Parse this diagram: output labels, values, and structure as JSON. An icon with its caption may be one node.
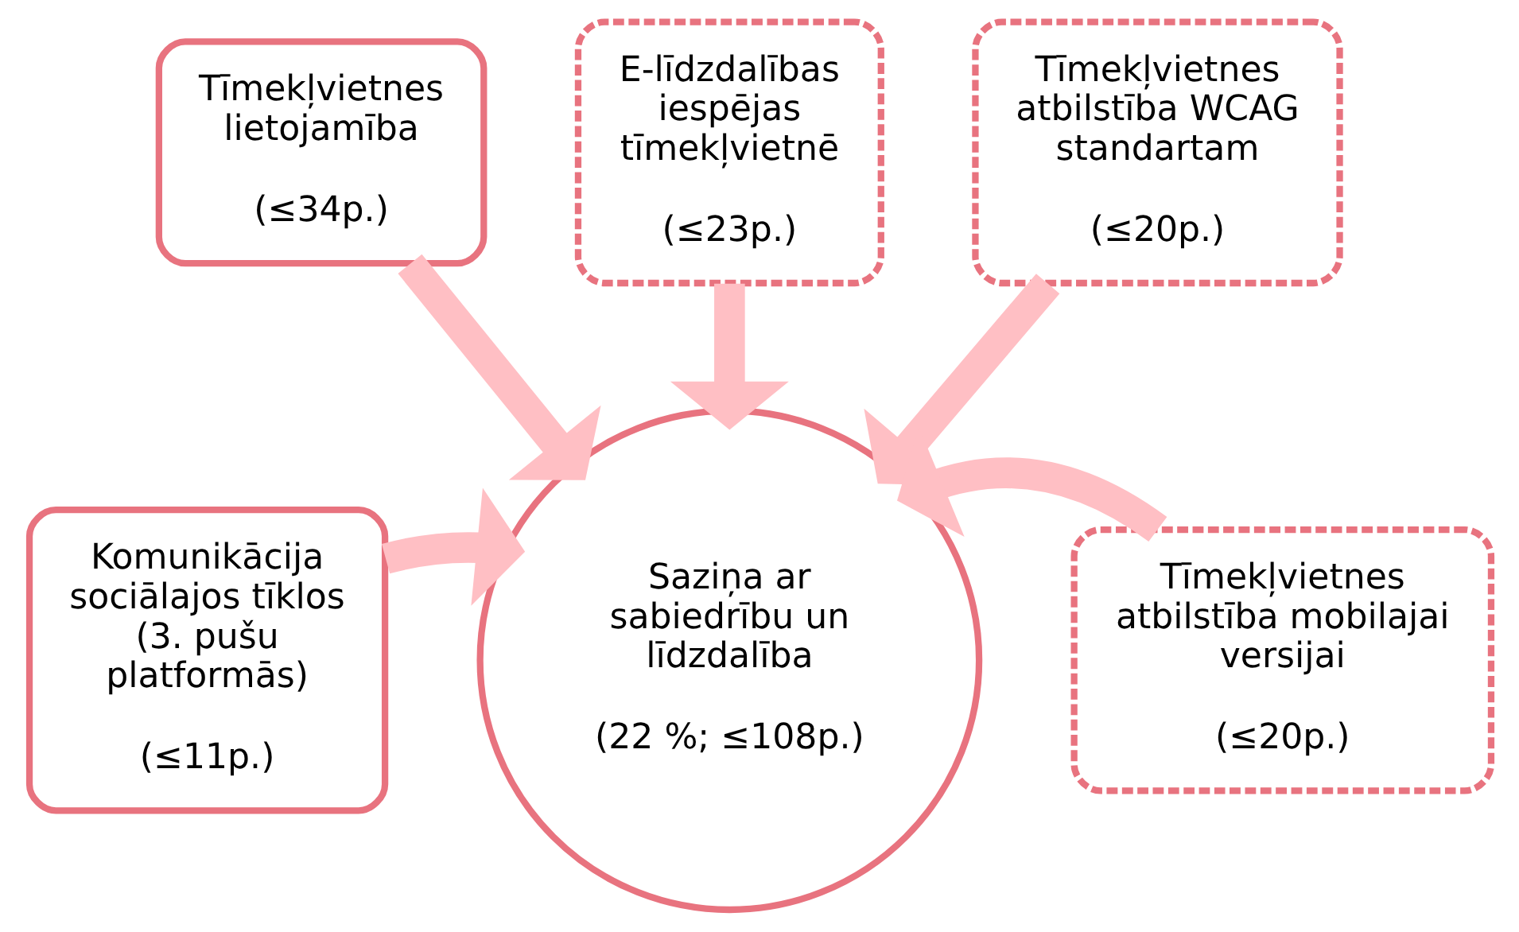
{
  "diagram": {
    "nodes": [
      {
        "text": [
          "Tīmekļvietnes lietojamība",
          "(≤34p.)"
        ]
      },
      {
        "text": [
          "E-līdzdalības iespējas tīmekļvietnē",
          "(≤23p.)"
        ]
      },
      {
        "text": [
          "Tīmekļvietnes atbilstība WCAG standartam",
          "(≤20p.)"
        ]
      },
      {
        "text": [
          "Komunikācija sociālajos tīklos (3. pušu platformās)",
          "(≤11p.)"
        ]
      },
      {
        "text": [
          "Saziņa ar sabiedrību un līdzdalība",
          "(22 %; ≤108p.)"
        ]
      },
      {
        "text": [
          "Tīmekļvietnes atbilstība mobilajai versijai",
          "(≤20p.)"
        ]
      }
    ],
    "edges": [
      {
        "from": 0,
        "to": 4,
        "arrow": "to"
      },
      {
        "from": 1,
        "to": 4,
        "arrow": "to"
      },
      {
        "from": 2,
        "to": 4,
        "arrow": "to"
      },
      {
        "from": 3,
        "to": 4,
        "arrow": "to"
      },
      {
        "from": 5,
        "to": 4,
        "arrow": "to"
      }
    ]
  }
}
